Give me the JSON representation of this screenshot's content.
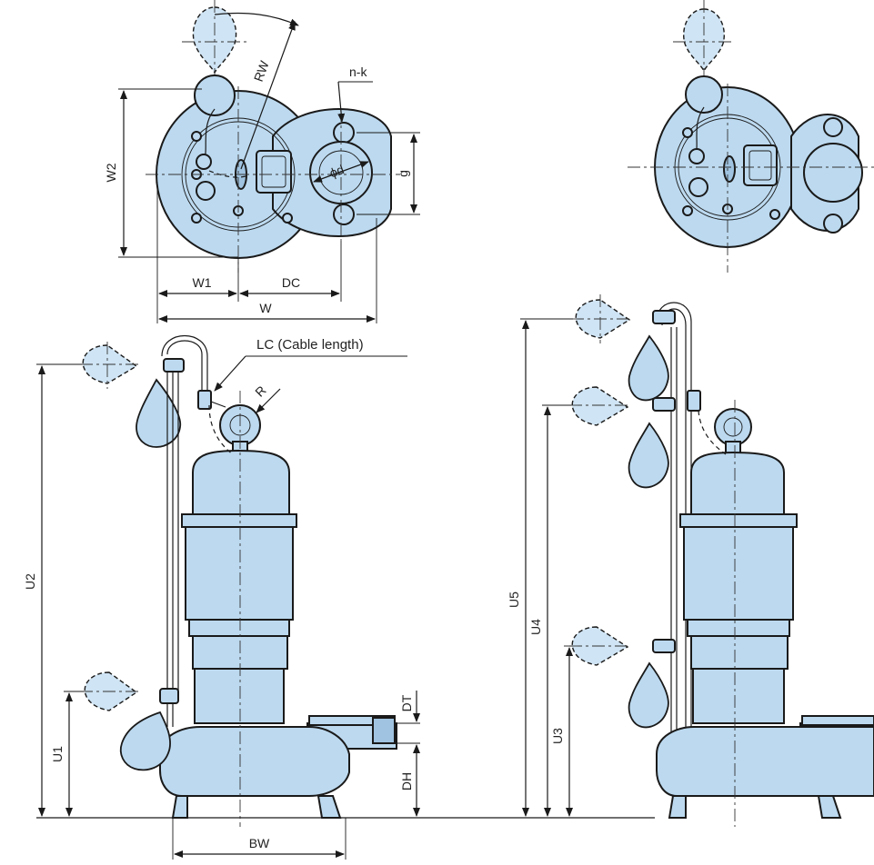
{
  "labels": {
    "w2": "W2",
    "rw": "RW",
    "nk": "n-k",
    "phi_d": "ϕd",
    "g": "g",
    "w1": "W1",
    "dc": "DC",
    "w": "W",
    "lc": "LC (Cable length)",
    "r": "R",
    "u2": "U2",
    "u1": "U1",
    "dt": "DT",
    "dh": "DH",
    "bw": "BW",
    "u5": "U5",
    "u4": "U4",
    "u3": "U3"
  },
  "colors": {
    "pump_fill": "#bcd9ef",
    "outline": "#1a1a1a"
  }
}
